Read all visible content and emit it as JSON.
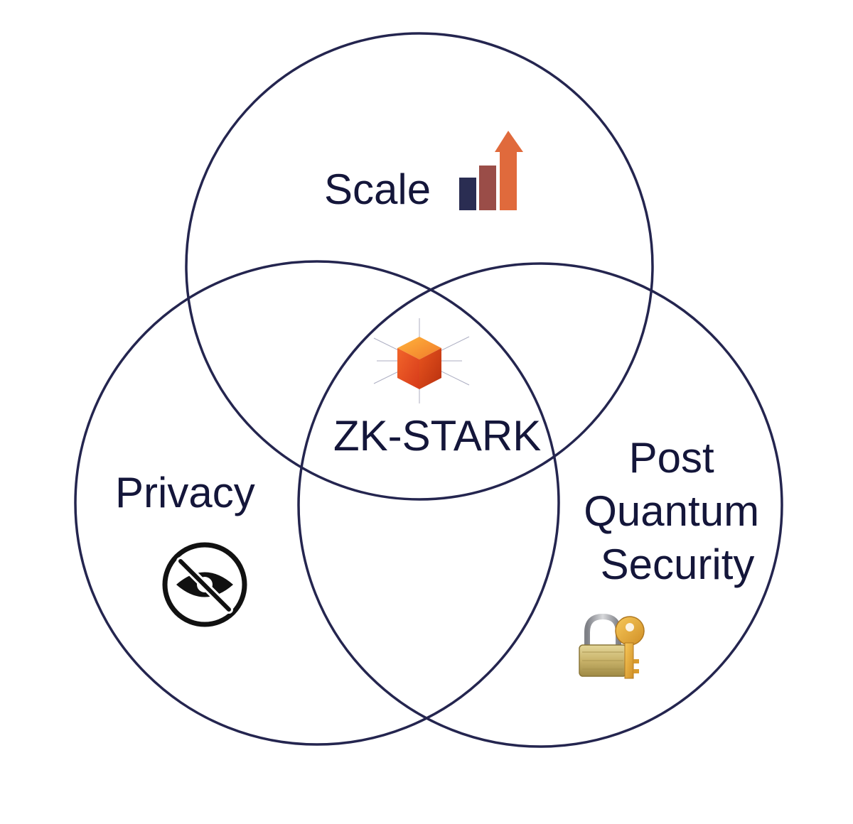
{
  "diagram": {
    "type": "venn",
    "outline_color": "#24254f",
    "sets": [
      {
        "id": "scale",
        "label": "Scale",
        "icon": "rising-bar-chart-icon"
      },
      {
        "id": "privacy",
        "label": "Privacy",
        "icon": "hidden-eye-icon"
      },
      {
        "id": "security",
        "label_lines": [
          "Post",
          "Quantum",
          "Security"
        ],
        "icon": "padlock-key-icon"
      }
    ],
    "intersection": {
      "label": "ZK-STARK",
      "icon": "stark-cube-icon"
    },
    "colors": {
      "text": "#14163a",
      "bar_navy": "#2a2d52",
      "bar_brown": "#9a4d48",
      "bar_orange": "#e06a3c",
      "cube_orange": "#ee5a26",
      "lock_gold": "#c9b36a",
      "key_gold": "#e3a83a"
    }
  }
}
